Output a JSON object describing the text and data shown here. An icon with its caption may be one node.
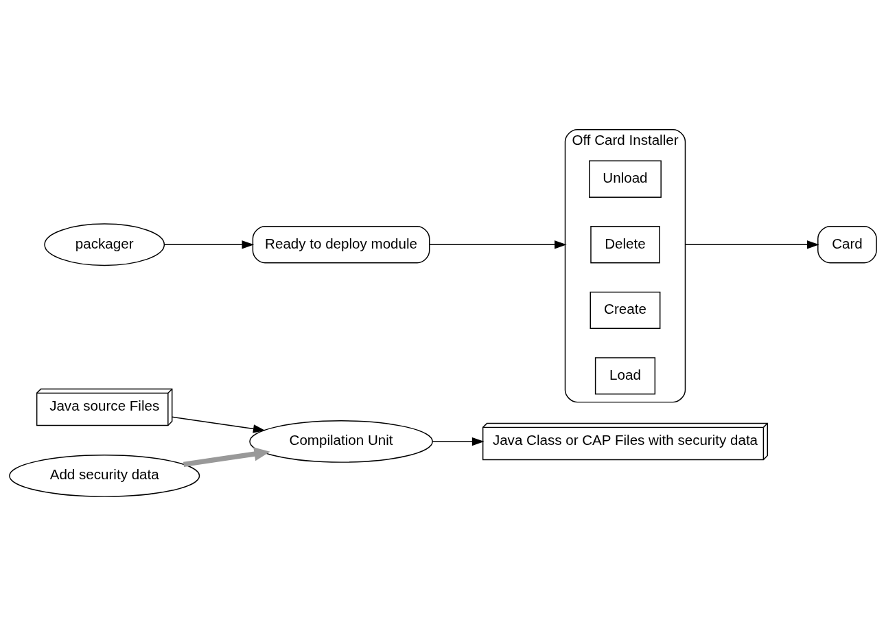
{
  "diagram": {
    "nodes": [
      {
        "text": [
          "Java source Files"
        ]
      },
      {
        "text": [
          "Compilation Unit"
        ]
      },
      {
        "text": [
          "Add security data"
        ]
      },
      {
        "text": [
          "Java Class or CAP Files with security data"
        ]
      },
      {
        "text": [
          "packager"
        ]
      },
      {
        "text": [
          "Ready to deploy module"
        ]
      },
      {
        "text": [
          "Off Card Installer"
        ]
      },
      {
        "text": [
          "Load"
        ],
        "in": 6
      },
      {
        "text": [
          "Create"
        ],
        "in": 6
      },
      {
        "text": [
          "Delete"
        ],
        "in": 6
      },
      {
        "text": [
          "Unload"
        ],
        "in": 6
      },
      {
        "text": [
          "Card"
        ]
      }
    ],
    "edges": [
      {
        "from": 0,
        "to": 1,
        "arrow": "to"
      },
      {
        "from": 2,
        "to": 1,
        "arrow": "to",
        "style": "thick",
        "color": "#999999"
      },
      {
        "from": 1,
        "to": 3,
        "arrow": "to"
      },
      {
        "from": 4,
        "to": 5,
        "arrow": "to"
      },
      {
        "from": 5,
        "to": 6,
        "arrow": "to"
      },
      {
        "from": 6,
        "to": 11,
        "arrow": "to"
      }
    ]
  }
}
